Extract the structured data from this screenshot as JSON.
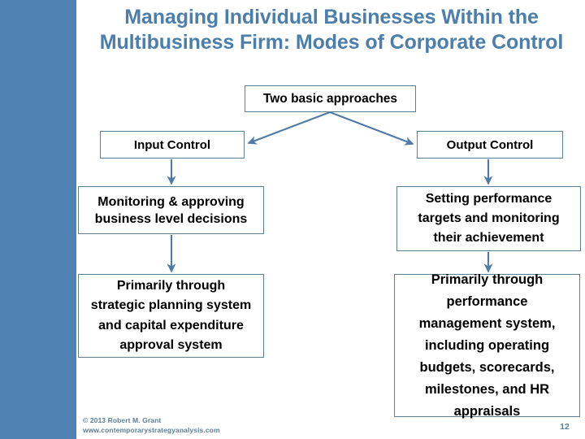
{
  "slide": {
    "title_lines": [
      "Managing Individual Businesses Within the",
      "Multibusiness Firm: Modes of Corporate Control"
    ],
    "page_number": "12",
    "footer": {
      "copyright": "© 2013 Robert M. Grant",
      "website": "www.contemporarystrategyanalysis.com"
    },
    "colors": {
      "title_blue": "#4b7eab",
      "side_bar_blue": "#4e83b4",
      "box_border": "#5b7f95",
      "connector": "#4e7ba6",
      "body_text": "#000000",
      "background": "#ffffff"
    }
  },
  "diagram": {
    "root": {
      "label": "Two basic approaches",
      "lines": [
        "Two basic approaches"
      ]
    },
    "branches": [
      {
        "heading": "Input Control",
        "heading_lines": [
          "Input Control"
        ],
        "detail": {
          "lines": [
            "Monitoring & approving",
            "business level decisions"
          ]
        },
        "mechanism": {
          "lines": [
            "Primarily through",
            "strategic planning system",
            "and capital expenditure",
            "approval system"
          ]
        }
      },
      {
        "heading": "Output Control",
        "heading_lines": [
          "Output Control"
        ],
        "detail": {
          "lines": [
            "Setting performance",
            "targets and monitoring",
            "their achievement"
          ]
        },
        "mechanism": {
          "lines": [
            "Primarily through",
            "performance",
            "management system,",
            "including operating",
            "budgets, scorecards,",
            "milestones,  and HR",
            "appraisals"
          ]
        }
      }
    ]
  }
}
